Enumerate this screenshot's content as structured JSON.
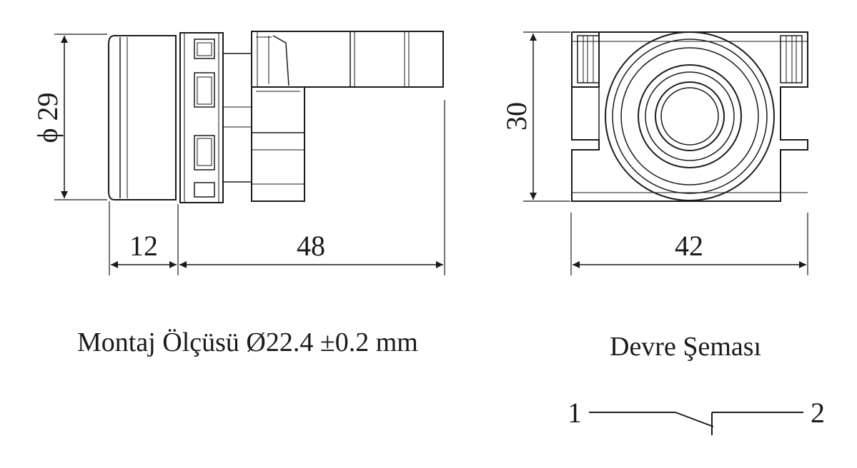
{
  "side_view": {
    "diameter_label": "ϕ 29",
    "dim_front_label": "12",
    "dim_body_label": "48"
  },
  "front_view": {
    "height_label": "30",
    "width_label": "42"
  },
  "captions": {
    "mounting": "Montaj Ölçüsü Ø22.4 ±0.2 mm",
    "circuit": "Devre Şeması"
  },
  "circuit": {
    "terminal_1": "1",
    "terminal_2": "2"
  },
  "colors": {
    "ink": "#1a1a1a",
    "background": "#ffffff"
  }
}
